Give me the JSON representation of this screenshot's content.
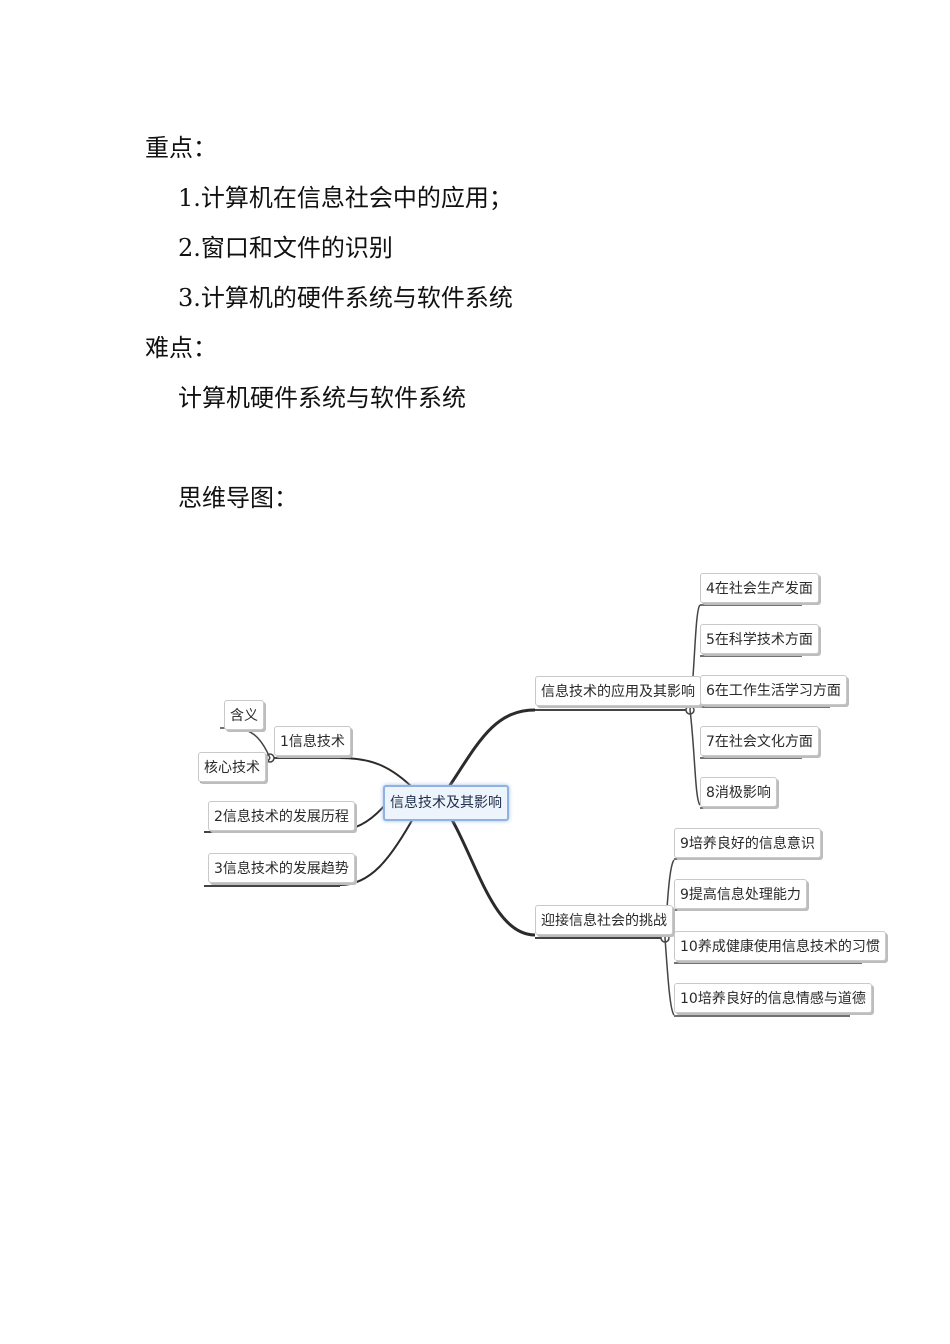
{
  "doc": {
    "key_points": {
      "heading": "重点：",
      "items": [
        "1.计算机在信息社会中的应用；",
        "2.窗口和文件的识别",
        "3.计算机的硬件系统与软件系统"
      ]
    },
    "difficult_points": {
      "heading": "难点：",
      "items": [
        "计算机硬件系统与软件系统"
      ]
    },
    "mindmap_heading": "思维导图："
  },
  "mindmap": {
    "root": "信息技术及其影响",
    "left": {
      "branch1": "1信息技术",
      "branch1_children": [
        "含义",
        "核心技术"
      ],
      "branch2": "2信息技术的发展历程",
      "branch3": "3信息技术的发展趋势"
    },
    "right": {
      "top_branch": "信息技术的应用及其影响",
      "top_children": [
        "4在社会生产发面",
        "5在科学技术方面",
        "6在工作生活学习方面",
        "7在社会文化方面",
        "8消极影响"
      ],
      "bottom_branch": "迎接信息社会的挑战",
      "bottom_children": [
        "9培养良好的信息意识",
        "9提高信息处理能力",
        "10养成健康使用信息技术的习惯",
        "10培养良好的信息情感与道德"
      ]
    }
  }
}
